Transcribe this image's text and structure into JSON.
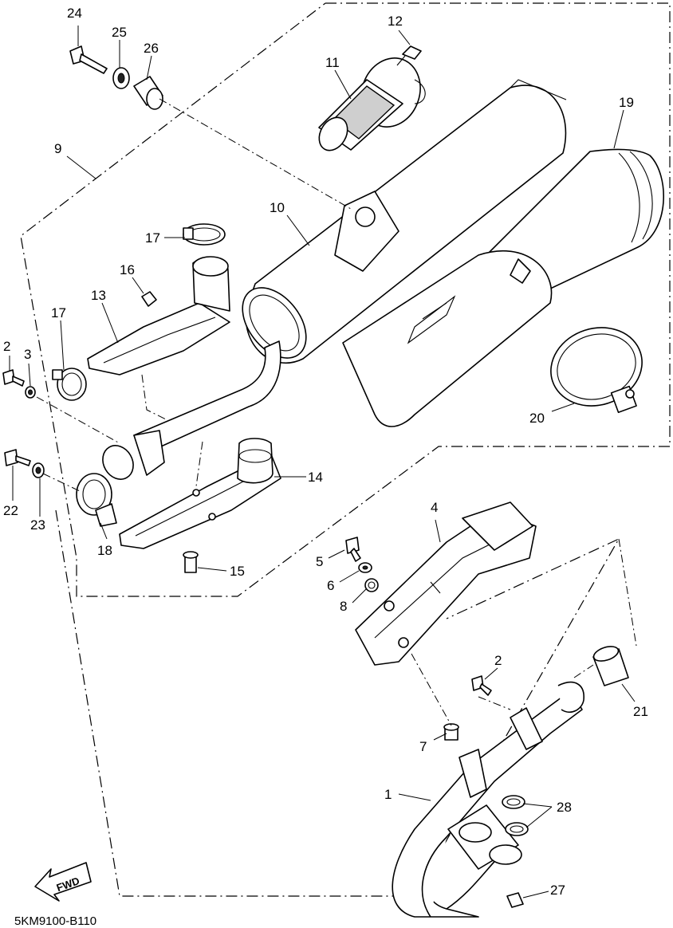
{
  "drawing_code": "5KM9100-B110",
  "fwd_label": "FWD",
  "callouts": {
    "c1": "1",
    "c2a": "2",
    "c2b": "2",
    "c3": "3",
    "c4": "4",
    "c5": "5",
    "c6": "6",
    "c7": "7",
    "c8": "8",
    "c9": "9",
    "c10": "10",
    "c11": "11",
    "c12": "12",
    "c13": "13",
    "c14": "14",
    "c15": "15",
    "c16": "16",
    "c17a": "17",
    "c17b": "17",
    "c18": "18",
    "c19": "19",
    "c20": "20",
    "c21": "21",
    "c22": "22",
    "c23": "23",
    "c24": "24",
    "c25": "25",
    "c26": "26",
    "c27": "27",
    "c28": "28"
  }
}
